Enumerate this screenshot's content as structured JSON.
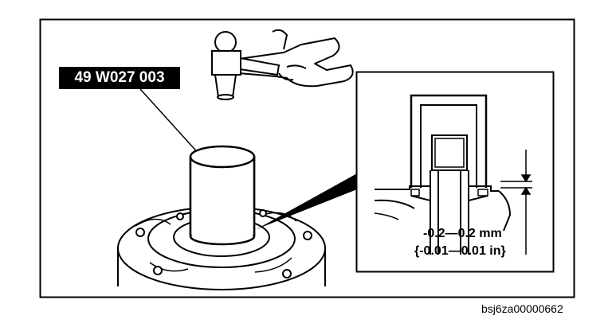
{
  "figure": {
    "tool_number": "49 W027 003",
    "clearance_mm": "-0.2—0.2 mm",
    "clearance_in": "{-0.01—0.01 in}",
    "figure_id": "bsj6za00000662"
  },
  "icons": [
    "hammer-icon",
    "hand-icon",
    "installer-tool-icon",
    "pump-housing-icon",
    "detail-view-icon",
    "dimension-arrows-icon"
  ]
}
